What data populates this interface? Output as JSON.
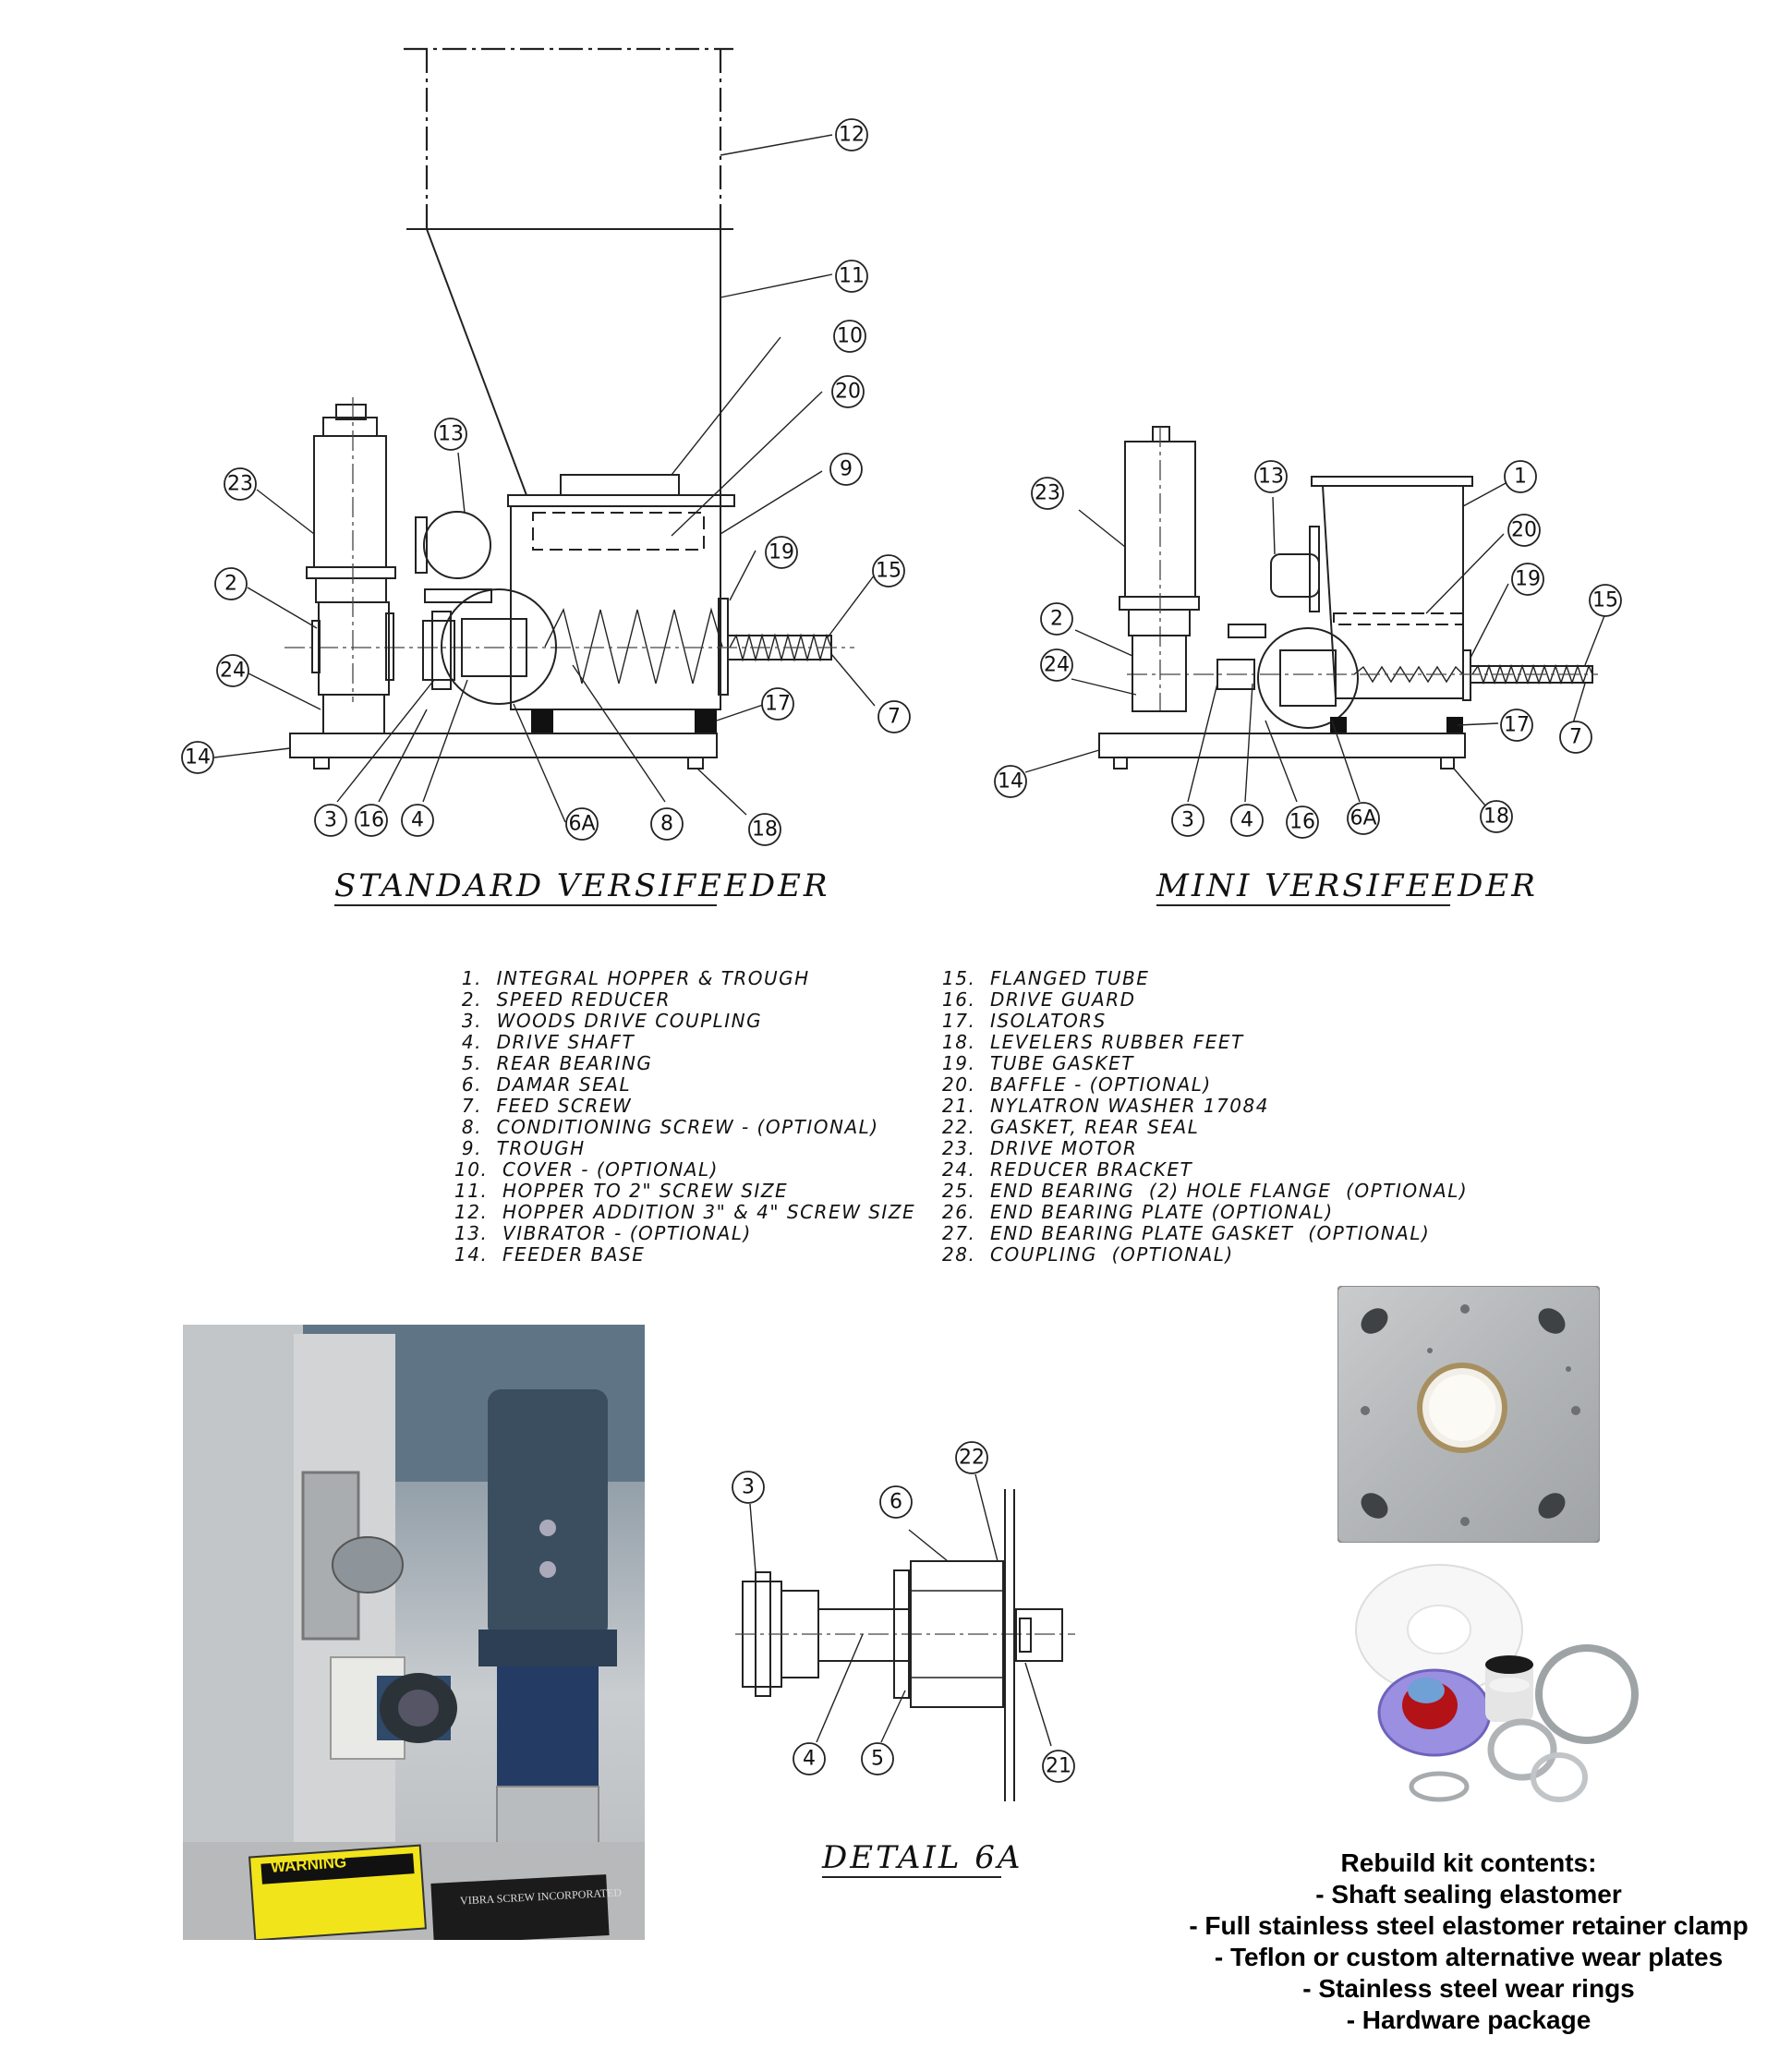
{
  "drawings": {
    "standard": {
      "title": "STANDARD VERSIFEEDER",
      "callouts": [
        "12",
        "11",
        "10",
        "20",
        "9",
        "13",
        "23",
        "2",
        "24",
        "19",
        "15",
        "7",
        "17",
        "14",
        "3",
        "16",
        "4",
        "6A",
        "8",
        "18"
      ]
    },
    "mini": {
      "title": "MINI VERSIFEEDER",
      "callouts": [
        "13",
        "1",
        "23",
        "20",
        "19",
        "15",
        "2",
        "24",
        "7",
        "17",
        "14",
        "3",
        "4",
        "16",
        "6A",
        "18"
      ]
    },
    "detail": {
      "title": "DETAIL 6A",
      "callouts": [
        "3",
        "6",
        "22",
        "4",
        "5",
        "21"
      ]
    }
  },
  "parts_list": {
    "left": [
      " 1.  INTEGRAL HOPPER & TROUGH",
      " 2.  SPEED REDUCER",
      " 3.  WOODS DRIVE COUPLING",
      " 4.  DRIVE SHAFT",
      " 5.  REAR BEARING",
      " 6.  DAMAR SEAL",
      " 7.  FEED SCREW",
      " 8.  CONDITIONING SCREW - (OPTIONAL)",
      " 9.  TROUGH",
      "10.  COVER - (OPTIONAL)",
      "11.  HOPPER TO 2\" SCREW SIZE",
      "12.  HOPPER ADDITION 3\" & 4\" SCREW SIZE",
      "13.  VIBRATOR - (OPTIONAL)",
      "14.  FEEDER BASE"
    ],
    "right": [
      "15.  FLANGED TUBE",
      "16.  DRIVE GUARD",
      "17.  ISOLATORS",
      "18.  LEVELERS RUBBER FEET",
      "19.  TUBE GASKET",
      "20.  BAFFLE - (OPTIONAL)",
      "21.  NYLATRON WASHER 17084",
      "22.  GASKET, REAR SEAL",
      "23.  DRIVE MOTOR",
      "24.  REDUCER BRACKET",
      "25.  END BEARING  (2) HOLE FLANGE  (OPTIONAL)",
      "26.  END BEARING PLATE (OPTIONAL)",
      "27.  END BEARING PLATE GASKET  (OPTIONAL)",
      "28.  COUPLING  (OPTIONAL)"
    ]
  },
  "photo": {
    "warning_label": "WARNING",
    "nameplate": "VIBRA SCREW INCORPORATED"
  },
  "rebuild_kit": {
    "heading": "Rebuild kit contents:",
    "items": [
      "- Shaft sealing elastomer",
      "- Full stainless steel elastomer retainer clamp",
      "- Teflon or custom alternative wear plates",
      "- Stainless steel wear rings",
      "- Hardware package"
    ]
  }
}
